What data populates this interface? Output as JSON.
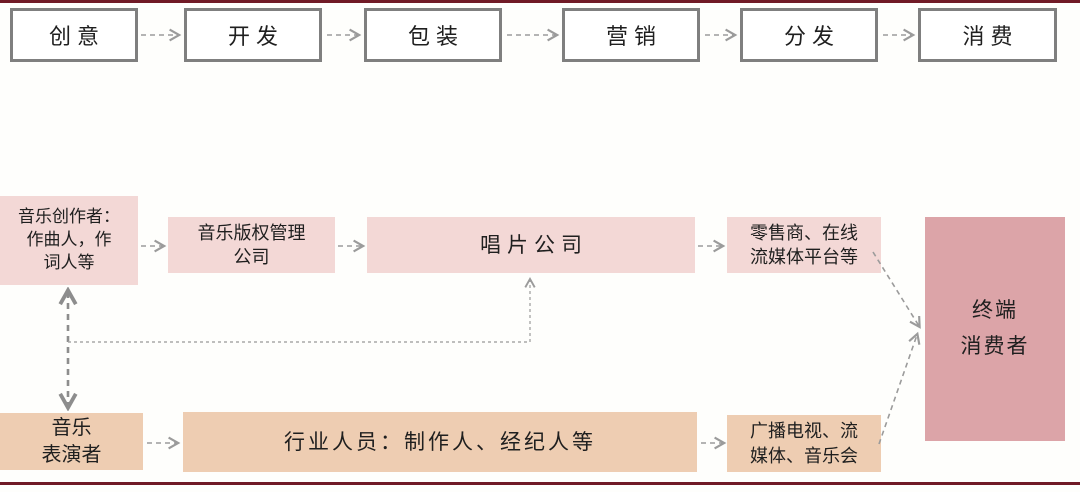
{
  "colors": {
    "rule_maroon": "#701a26",
    "stage_border_gray": "#7f7f7f",
    "light_pink": "#f3d8d6",
    "dark_pink": "#dca4a8",
    "peach": "#eecdb2",
    "arrow_gray": "#9b9b9b",
    "text": "#1f1f1f"
  },
  "value_chain": {
    "stages": [
      {
        "label": "创意"
      },
      {
        "label": "开发"
      },
      {
        "label": "包装"
      },
      {
        "label": "营销"
      },
      {
        "label": "分发"
      },
      {
        "label": "消费"
      }
    ]
  },
  "flow": {
    "creator": {
      "label": "音乐创作者：\n作曲人，作\n词人等"
    },
    "copyright": {
      "label": "音乐版权管理\n公司"
    },
    "record": {
      "label": "唱片公司"
    },
    "retailer": {
      "label": "零售商、在线\n流媒体平台等"
    },
    "consumer": {
      "label": "终端\n消费者"
    },
    "performer": {
      "label": "音乐\n表演者"
    },
    "industry": {
      "label": "行业人员：制作人、经纪人等"
    },
    "broadcast": {
      "label": "广播电视、流\n媒体、音乐会"
    }
  }
}
